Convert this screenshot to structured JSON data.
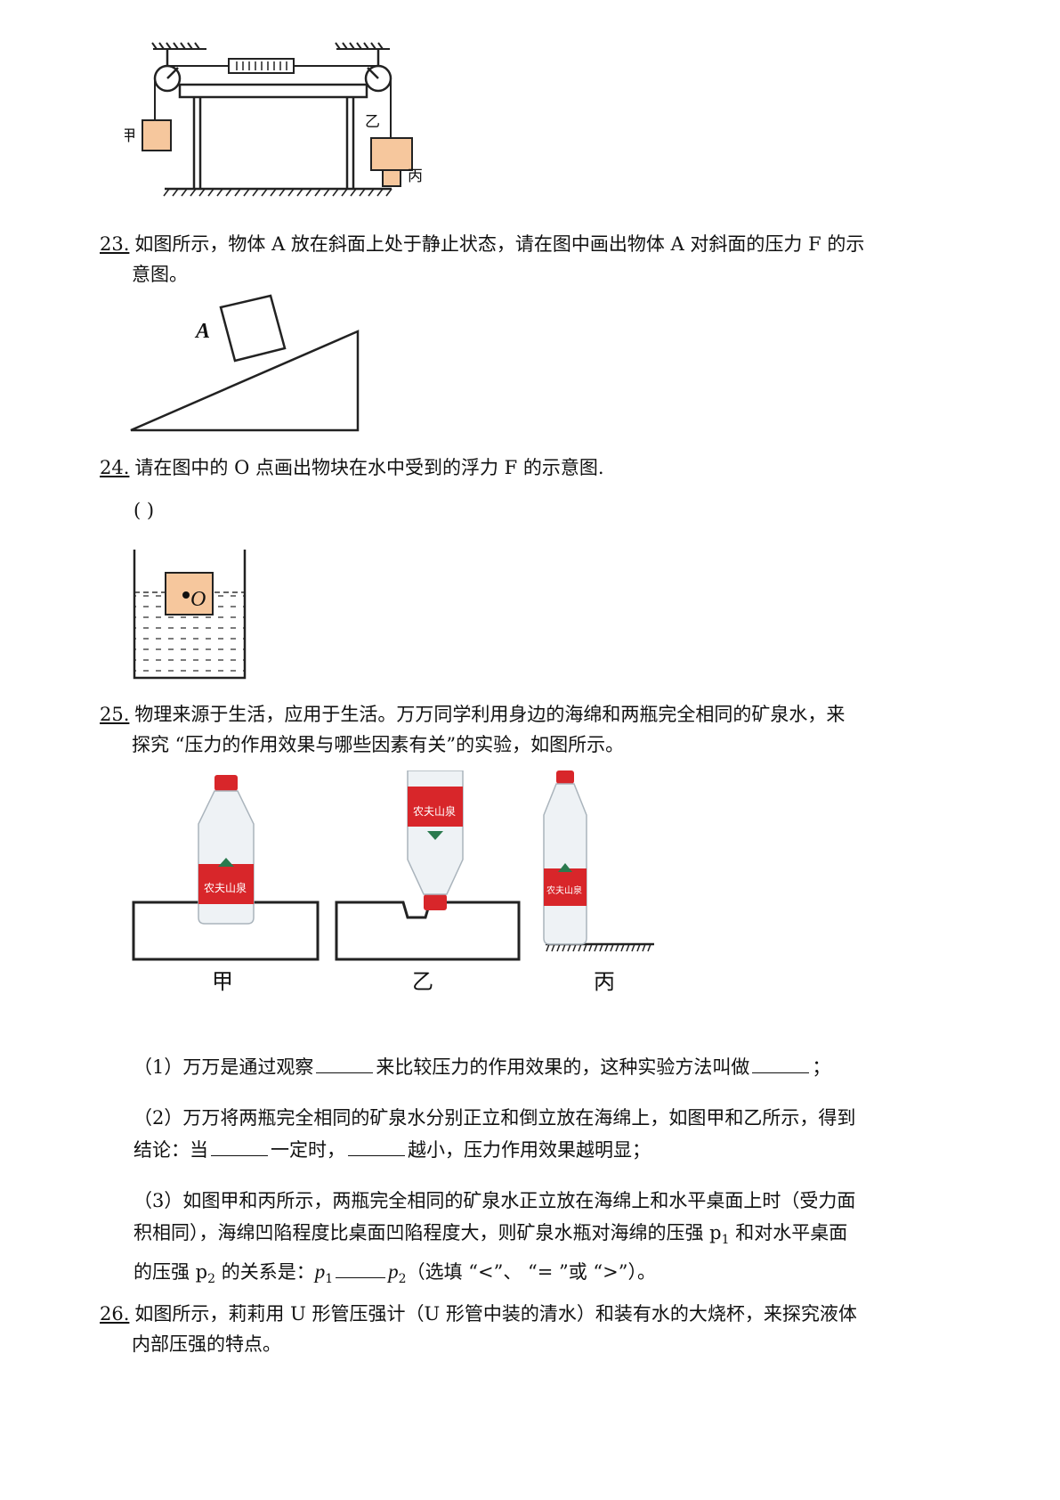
{
  "fig22": {
    "label_jia": "甲",
    "label_yi": "乙",
    "label_bing": "丙"
  },
  "q23": {
    "num": "23.",
    "line1": "如图所示，物体 A 放在斜面上处于静止状态，请在图中画出物体 A 对斜面的压力 F 的示",
    "line2": "意图。",
    "fig_label": "A"
  },
  "q24": {
    "num": "24.",
    "line1": "请在图中的 O 点画出物块在水中受到的浮力 F 的示意图.",
    "paren": "( )",
    "fig_label": "O"
  },
  "q25": {
    "num": "25.",
    "line1": "物理来源于生活，应用于生活。万万同学利用身边的海绵和两瓶完全相同的矿泉水，来",
    "line2": "探究 “压力的作用效果与哪些因素有关”的实验，如图所示。",
    "fig_labels": [
      "甲",
      "乙",
      "丙"
    ],
    "bottle_brand": "农夫山泉",
    "s1_a": "（1）万万是通过观察",
    "s1_b": "来比较压力的作用效果的，这种实验方法叫做",
    "s1_c": "；",
    "s2_line1": "（2）万万将两瓶完全相同的矿泉水分别正立和倒立放在海绵上，如图甲和乙所示，得到",
    "s2_a": "结论：当",
    "s2_b": "一定时，",
    "s2_c": "越小，压力作用效果越明显；",
    "s3_line1": "（3）如图甲和丙所示，两瓶完全相同的矿泉水正立放在海绵上和水平桌面上时（受力面",
    "s3_line2_a": "积相同），海绵凹陷程度比桌面凹陷程度大，则矿泉水瓶对海绵的压强 p",
    "s3_line2_sub": "1",
    "s3_line2_b": " 和对水平桌面",
    "s3_line3_a": "的压强 p",
    "s3_line3_sub": "2",
    "s3_line3_b": " 的关系是：",
    "p": "p",
    "p_sub1": "1",
    "p_sub2": "2",
    "s3_line3_c": "（选填 “<”、 “= ”或 “>”）。"
  },
  "q26": {
    "num": "26.",
    "line1": "如图所示，莉莉用 U 形管压强计（U 形管中装的清水）和装有水的大烧杯，来探究液体",
    "line2": "内部压强的特点。"
  },
  "colors": {
    "block": "#f6c79d",
    "bottle_red": "#d8262a",
    "bottle_green": "#2a7a4e"
  }
}
